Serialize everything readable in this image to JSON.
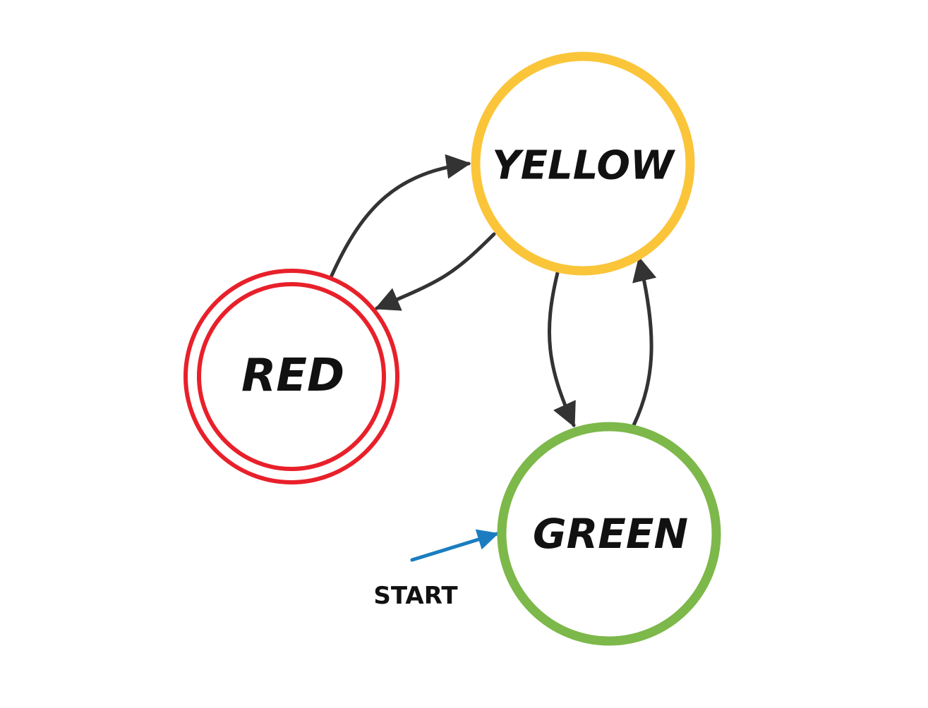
{
  "diagram": {
    "type": "state-machine",
    "states": [
      {
        "id": "yellow",
        "label": "YELLOW",
        "color": "#FBC53A",
        "accepting": false
      },
      {
        "id": "red",
        "label": "RED",
        "color": "#E8202A",
        "accepting": true
      },
      {
        "id": "green",
        "label": "GREEN",
        "color": "#7DB84A",
        "accepting": false
      }
    ],
    "transitions": [
      {
        "from": "red",
        "to": "yellow"
      },
      {
        "from": "yellow",
        "to": "red"
      },
      {
        "from": "yellow",
        "to": "green"
      },
      {
        "from": "green",
        "to": "yellow"
      }
    ],
    "start": {
      "label": "START",
      "target": "green",
      "color": "#1B7DC0"
    },
    "edge_color": "#333333"
  }
}
